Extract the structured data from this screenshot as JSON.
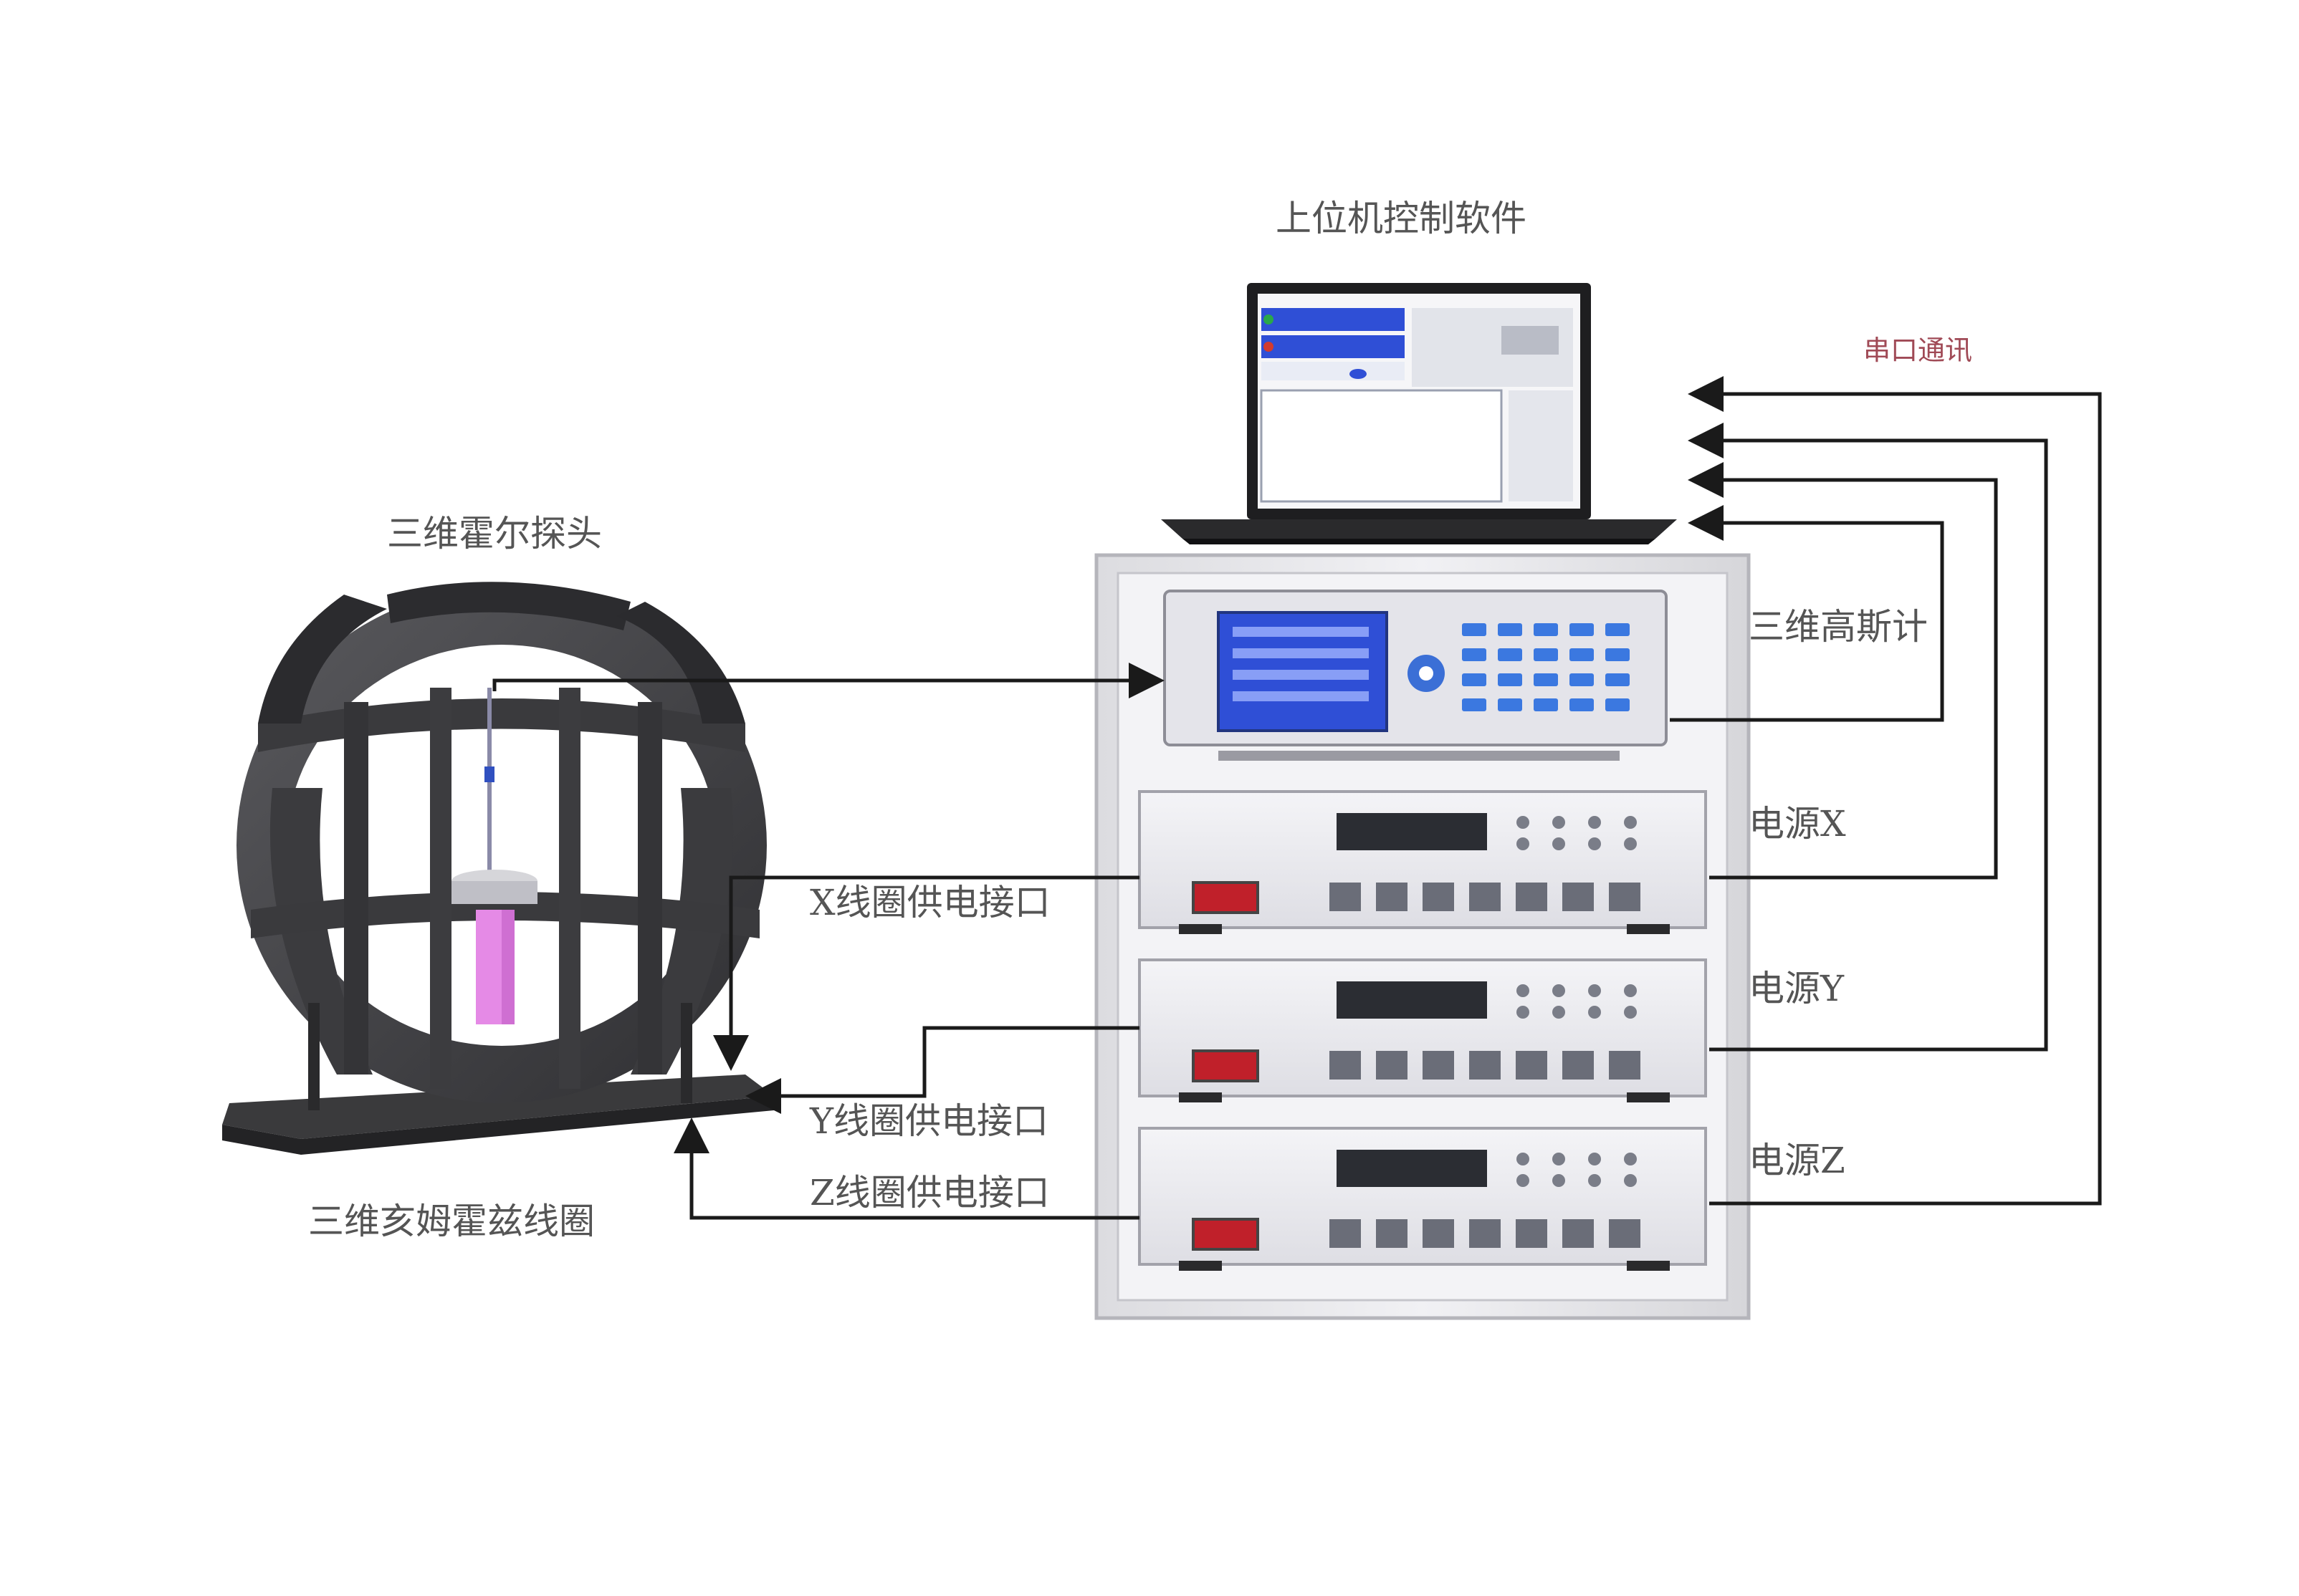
{
  "labels": {
    "software": "上位机控制软件",
    "serial": "串口通讯",
    "probe": "三维霍尔探头",
    "gaussmeter": "三维高斯计",
    "psu_x": "电源X",
    "psu_y": "电源Y",
    "psu_z": "电源Z",
    "x_port": "X线圈供电接口",
    "y_port": "Y线圈供电接口",
    "z_port": "Z线圈供电接口",
    "coil": "三维亥姆霍兹线圈"
  },
  "colors": {
    "wire": "#1a1a1a",
    "coil": "#4a4a4c",
    "coil_dark": "#2e2e30",
    "probe_pink": "#e58ae6",
    "panel_blue": "#2f4fd6",
    "rack": "#e7e7ea"
  }
}
